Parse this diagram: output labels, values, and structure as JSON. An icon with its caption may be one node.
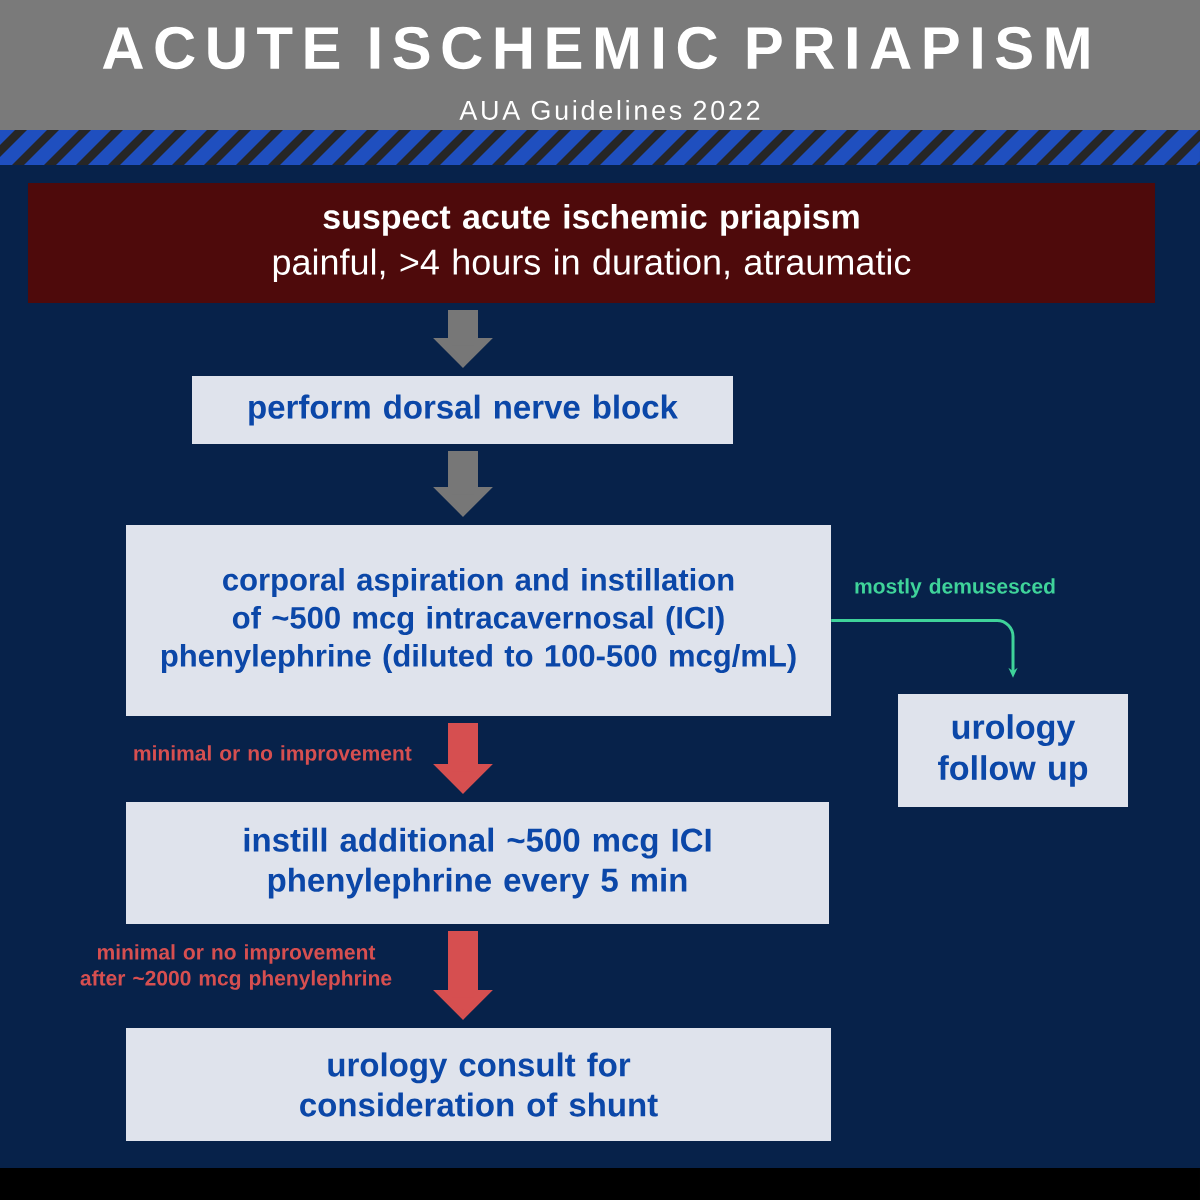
{
  "diagram": {
    "title": "ACUTE ISCHEMIC PRIAPISM",
    "nodes": [
      {
        "text": [
          "suspect acute ischemic priapism",
          "painful, >4 hours in duration, atraumatic"
        ]
      },
      {
        "text": [
          "perform dorsal nerve block"
        ]
      },
      {
        "text": [
          "corporal aspiration and instillation of ~500 mcg intracavernosal (ICI) phenylephrine (diluted to 100-500 mcg/mL)"
        ]
      },
      {
        "text": [
          "urology follow up"
        ]
      },
      {
        "text": [
          "instill additional ~500 mcg ICI phenylephrine every 5 min"
        ]
      },
      {
        "text": [
          "urology consult for consideration of shunt"
        ]
      }
    ],
    "edges": [
      {
        "from": 0,
        "to": 1,
        "arrow": "to"
      },
      {
        "from": 1,
        "to": 2,
        "arrow": "to"
      },
      {
        "from": 2,
        "to": 3,
        "arrow": "to",
        "label": "mostly demusesced",
        "color": "#3fd39a"
      },
      {
        "from": 2,
        "to": 4,
        "arrow": "to",
        "label": "minimal or no improvement",
        "color": "#d64f50"
      },
      {
        "from": 4,
        "to": 5,
        "arrow": "to",
        "label": "minimal or no improvement after ~2000 mcg phenylephrine",
        "color": "#d64f50"
      }
    ],
    "labels": [
      "AUA Guidelines 2022"
    ]
  }
}
